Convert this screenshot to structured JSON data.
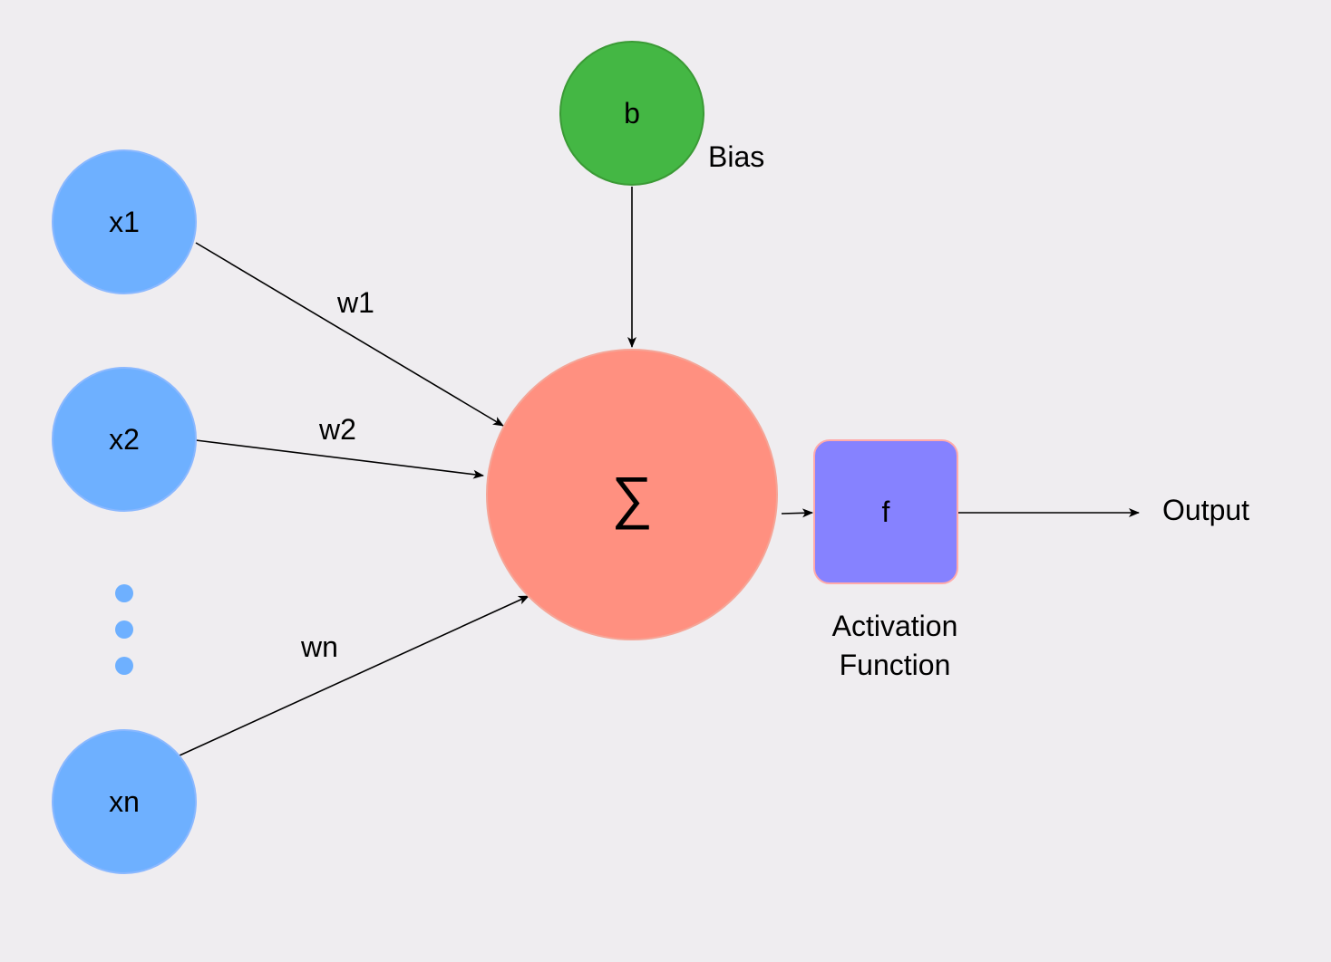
{
  "colors": {
    "background": "#efedf0",
    "input": "#6eb0ff",
    "bias": "#44b744",
    "sum": "#ff9080",
    "activation": "#8682ff",
    "edge": "#000000"
  },
  "inputs": [
    {
      "label": "x1",
      "weight": "w1"
    },
    {
      "label": "x2",
      "weight": "w2"
    },
    {
      "label": "xn",
      "weight": "wn"
    }
  ],
  "ellipsis_dots": 3,
  "bias": {
    "symbol": "b",
    "label": "Bias"
  },
  "sum": {
    "symbol": "∑"
  },
  "activation": {
    "symbol": "f",
    "label_line1": "Activation",
    "label_line2": "Function"
  },
  "output": {
    "label": "Output"
  }
}
